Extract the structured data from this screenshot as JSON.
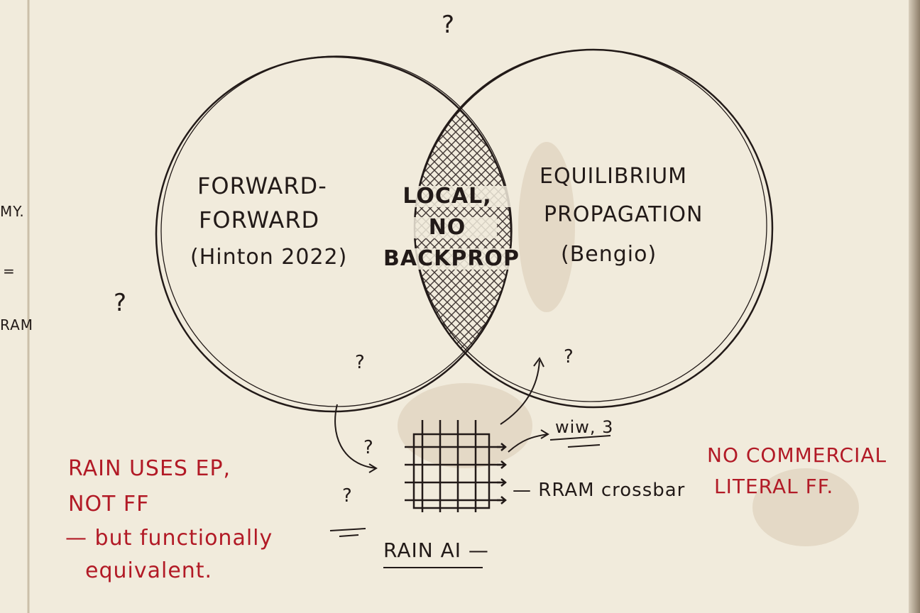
{
  "left_circle": {
    "line1": "FORWARD-",
    "line2": "FORWARD",
    "line3": "(Hinton 2022)"
  },
  "right_circle": {
    "line1": "EQUILIBRIUM",
    "line2": "PROPAGATION",
    "line3": "(Bengio)"
  },
  "intersection": {
    "line1": "LOCAL,",
    "line2": "NO",
    "line3": "BACKPROP"
  },
  "crossbar": {
    "label": "— RRAM crossbar",
    "squiggle": "wiw, 3"
  },
  "company": "RAIN AI —",
  "notes": {
    "left_line1": "RAIN USES EP,",
    "left_line2": "NOT FF",
    "left_line3": "— but functionally",
    "left_line4": "equivalent.",
    "right_line1": "NO COMMERCIAL",
    "right_line2": "LITERAL FF."
  },
  "margin_marks": [
    "?",
    "?",
    "?",
    "?",
    "?",
    "?"
  ],
  "left_page_fragments": [
    "MY.",
    "=",
    "RAM"
  ],
  "colors": {
    "ink": "#221a18",
    "red_ink": "#b21a26",
    "paper": "#f1ebdc"
  }
}
